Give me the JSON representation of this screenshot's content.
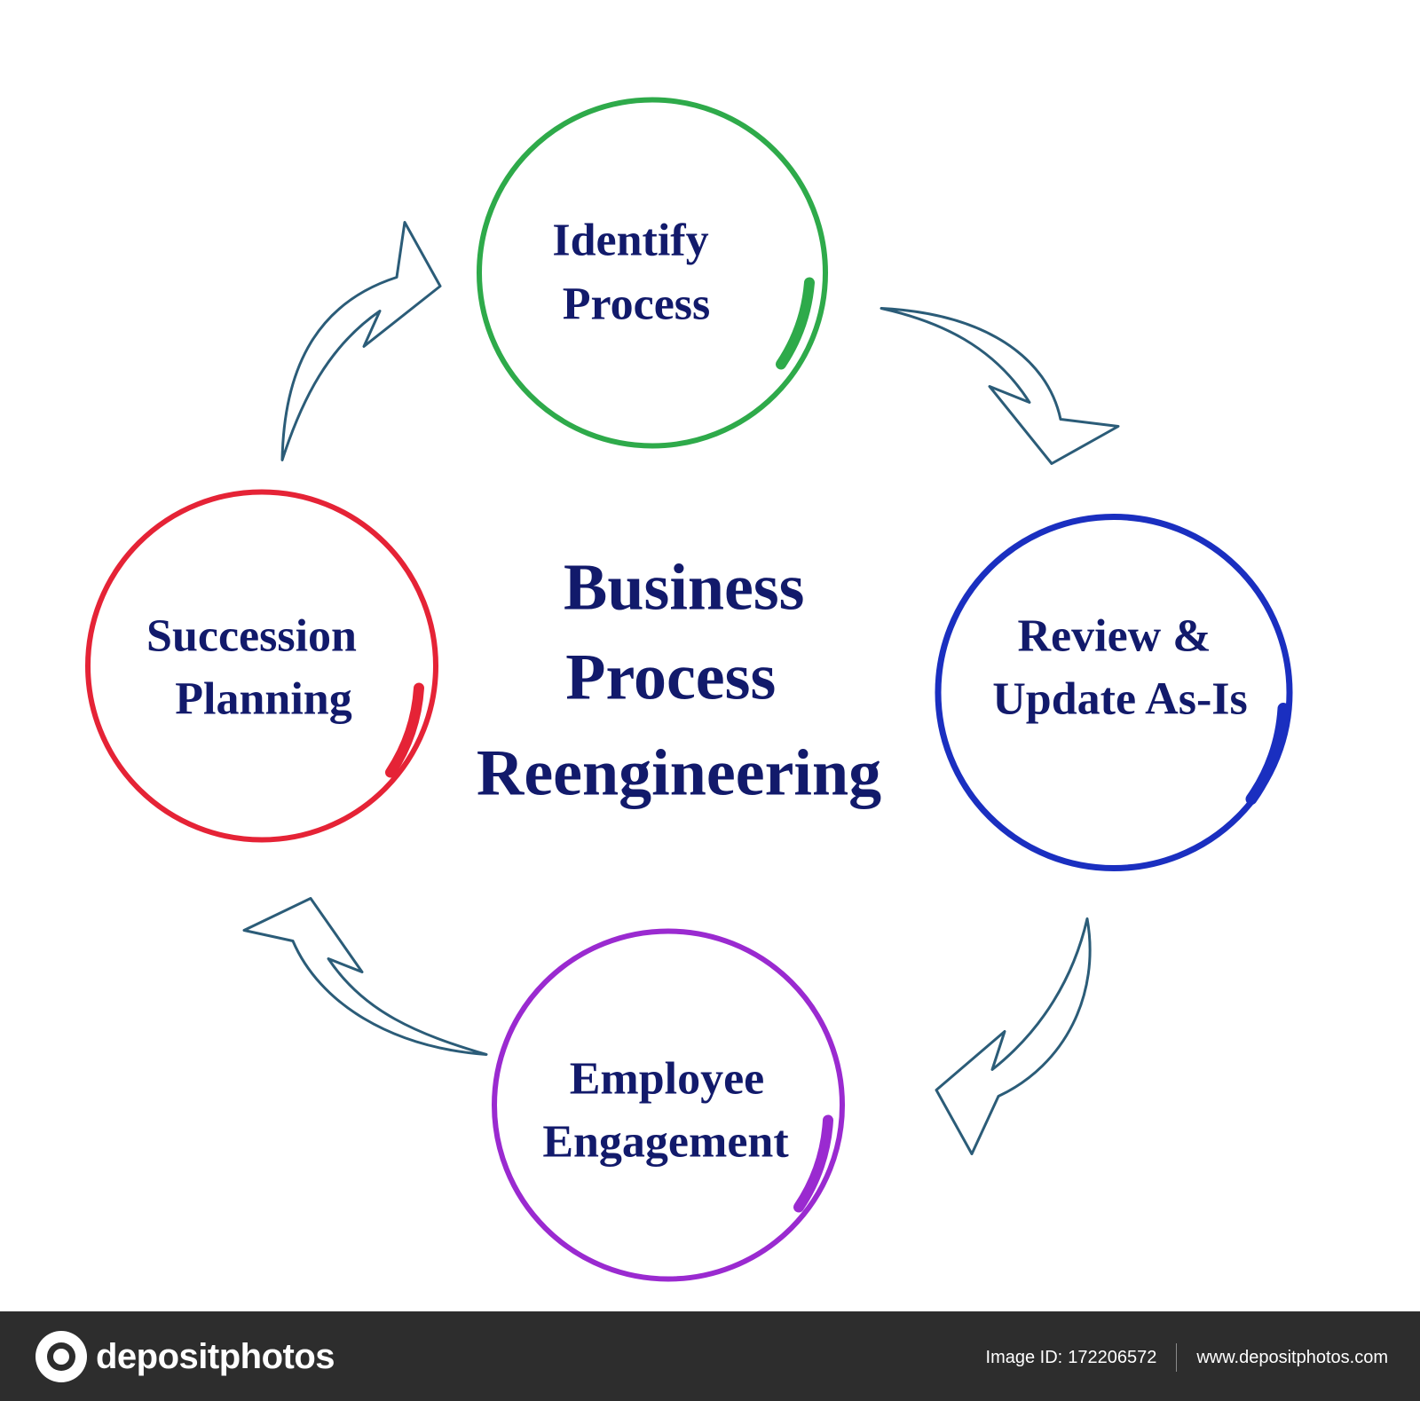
{
  "diagram": {
    "title_lines": [
      "Business",
      "Process",
      "Reengineering"
    ],
    "nodes": [
      {
        "lines": [
          "Identify",
          "Process"
        ],
        "color": "#2eaa4a"
      },
      {
        "lines": [
          "Review &",
          "Update As-Is"
        ],
        "color": "#1a2fc0"
      },
      {
        "lines": [
          "Employee",
          "Engagement"
        ],
        "color": "#9a2ad0"
      },
      {
        "lines": [
          "Succession",
          "Planning"
        ],
        "color": "#e52336"
      }
    ],
    "arrow_color": "#2b5c78",
    "text_color": "#121a6b"
  },
  "footer": {
    "logo_text": "depositphotos",
    "image_id_label": "Image ID:",
    "image_id": "172206572",
    "site": "www.depositphotos.com"
  }
}
